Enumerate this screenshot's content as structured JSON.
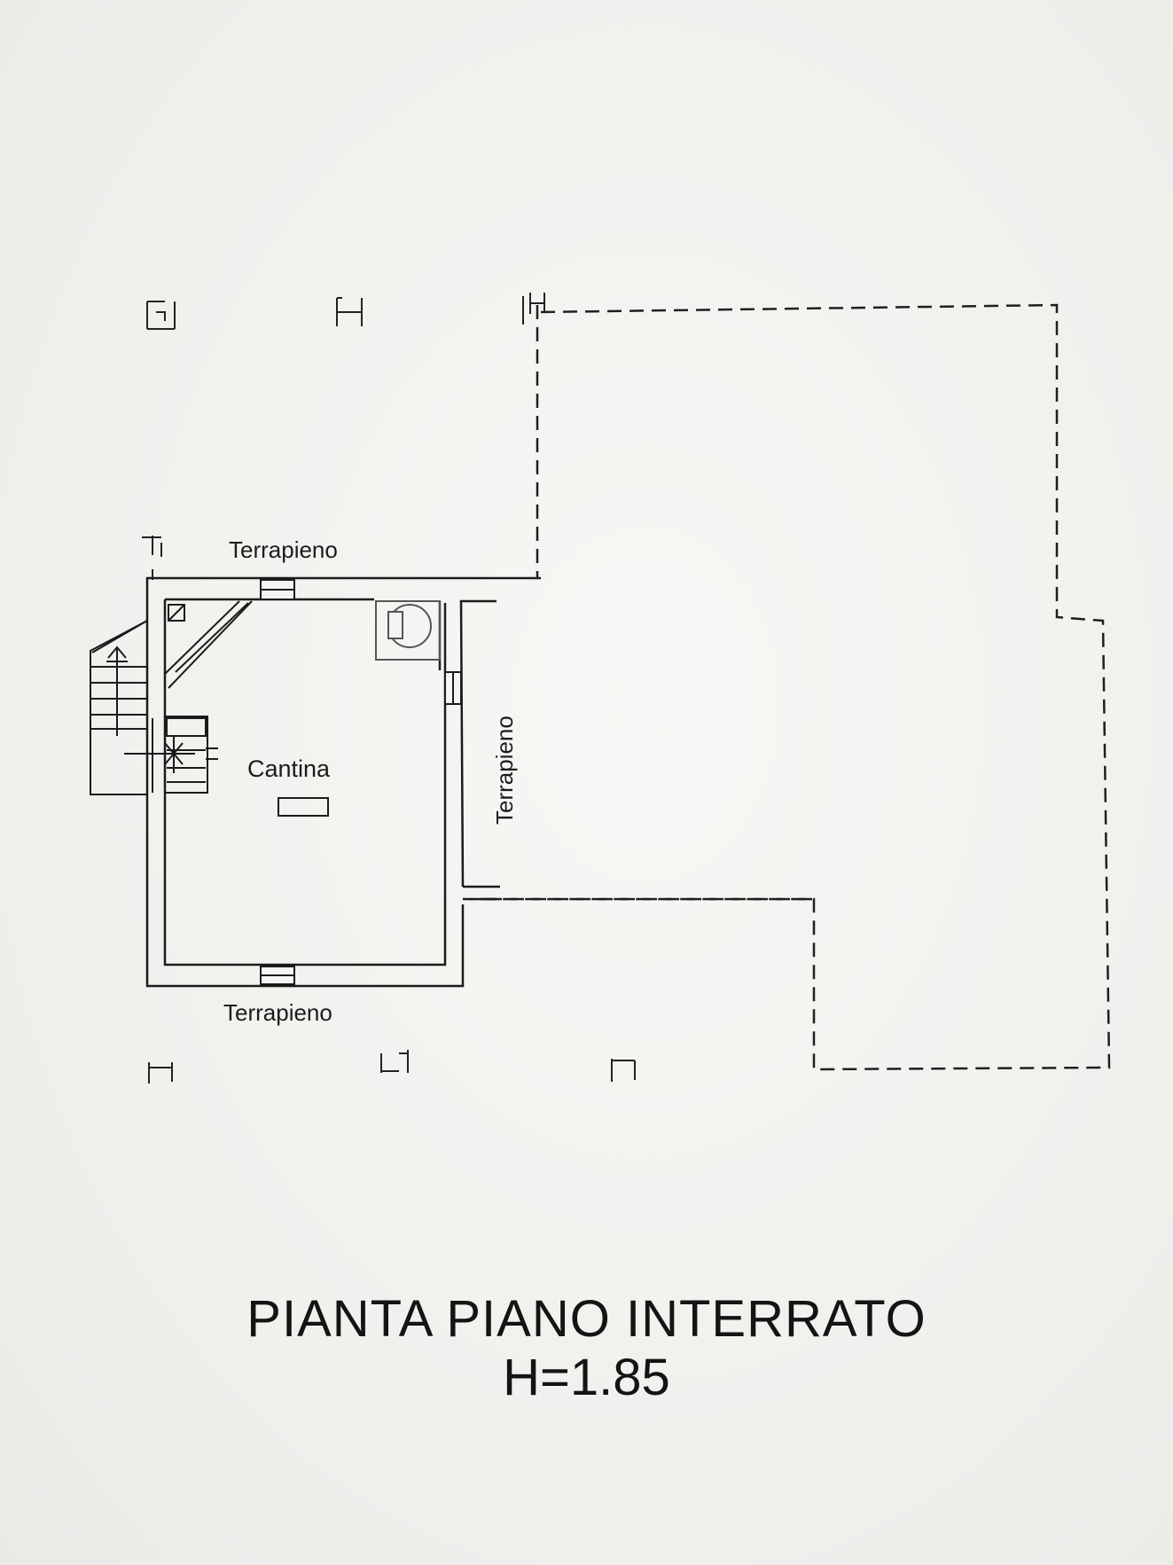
{
  "plan": {
    "labels": {
      "terrapieno_top": "Terrapieno",
      "terrapieno_right": "Terrapieno",
      "terrapieno_bottom": "Terrapieno",
      "room": "Cantina"
    }
  },
  "title": {
    "line1": "PIANTA PIANO INTERRATO",
    "line2": "H=1.85"
  },
  "colors": {
    "ink": "#1a1a1a",
    "paper": "#f4f4f2"
  }
}
